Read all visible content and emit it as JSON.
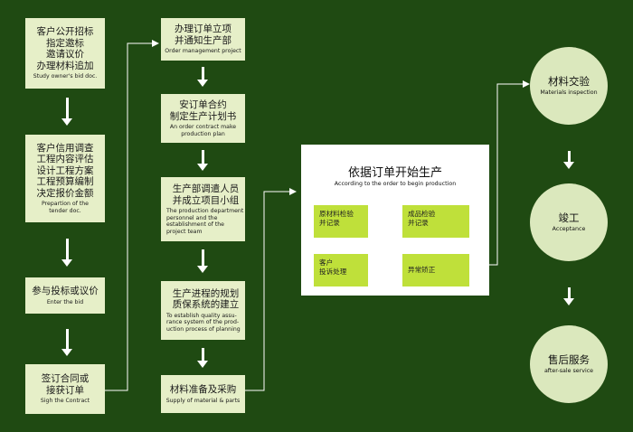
{
  "col1": [
    {
      "zh": "客户公开招标\n指定邀标\n邀请议价\n办理材料追加",
      "en": "Study owner's bid doc."
    },
    {
      "zh": "客户信用调查\n工程内容评估\n设计工程方案\n工程预算编制\n决定报价金额",
      "en": "Prepartion of the\ntender doc."
    },
    {
      "zh": "参与投标或议价",
      "en": "Enter the bid"
    },
    {
      "zh": "签订合同或\n接获订单",
      "en": "Sigh the Contract"
    }
  ],
  "col2": [
    {
      "zh": "办理订单立项\n并通知生产部",
      "en": "Order management project"
    },
    {
      "zh": "安订单合约\n制定生产计划书",
      "en": "An order contract make\nproduction plan"
    },
    {
      "zh": "生产部调遣人员\n并成立项目小组",
      "en": "The production department\npersonnel and the\nestablishment of the\nproject team"
    },
    {
      "zh": "生产进程的规划\n质保系统的建立",
      "en": "To establish quality assu-\nrance system of the prod-\nuction process of planning"
    },
    {
      "zh": "材料准备及采购",
      "en": "Supply of material & parts"
    }
  ],
  "center": {
    "title": "依据订单开始生产",
    "subtitle": "According to the order to begin production",
    "cells": [
      "原材料检验\n并记录",
      "成品检验\n并记录",
      "客户\n投诉处理",
      "异常矫正"
    ]
  },
  "col4": [
    {
      "zh": "材料交验",
      "en": "Materials inspection"
    },
    {
      "zh": "竣工",
      "en": "Acceptance"
    },
    {
      "zh": "售后服务",
      "en": "after-sale service"
    }
  ],
  "colors": {
    "background": "#1f4a12",
    "box": "#e6efc8",
    "cell": "#bfe03a",
    "circle": "#dbe8bd",
    "arrow": "#ffffff"
  }
}
